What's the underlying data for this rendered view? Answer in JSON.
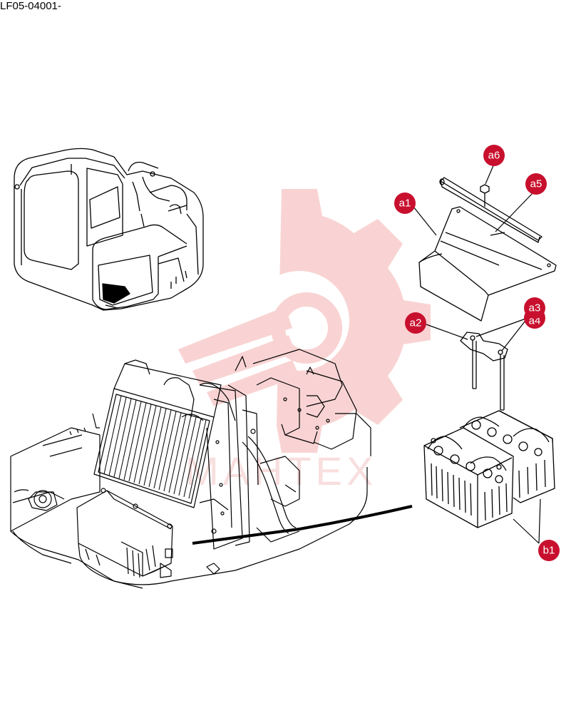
{
  "document": {
    "code": "LF05-04001-"
  },
  "colors": {
    "callout": "#c8102e",
    "line": "#000000",
    "watermark": "#f2a0a0"
  },
  "watermark": {
    "text": "МАНТЕХ"
  },
  "callouts": [
    {
      "id": "a6",
      "label": "a6"
    },
    {
      "id": "a5",
      "label": "a5"
    },
    {
      "id": "a1",
      "label": "a1"
    },
    {
      "id": "a3",
      "label": "a3"
    },
    {
      "id": "a4",
      "label": "a4"
    },
    {
      "id": "a2",
      "label": "a2"
    },
    {
      "id": "b1",
      "label": "b1"
    }
  ]
}
